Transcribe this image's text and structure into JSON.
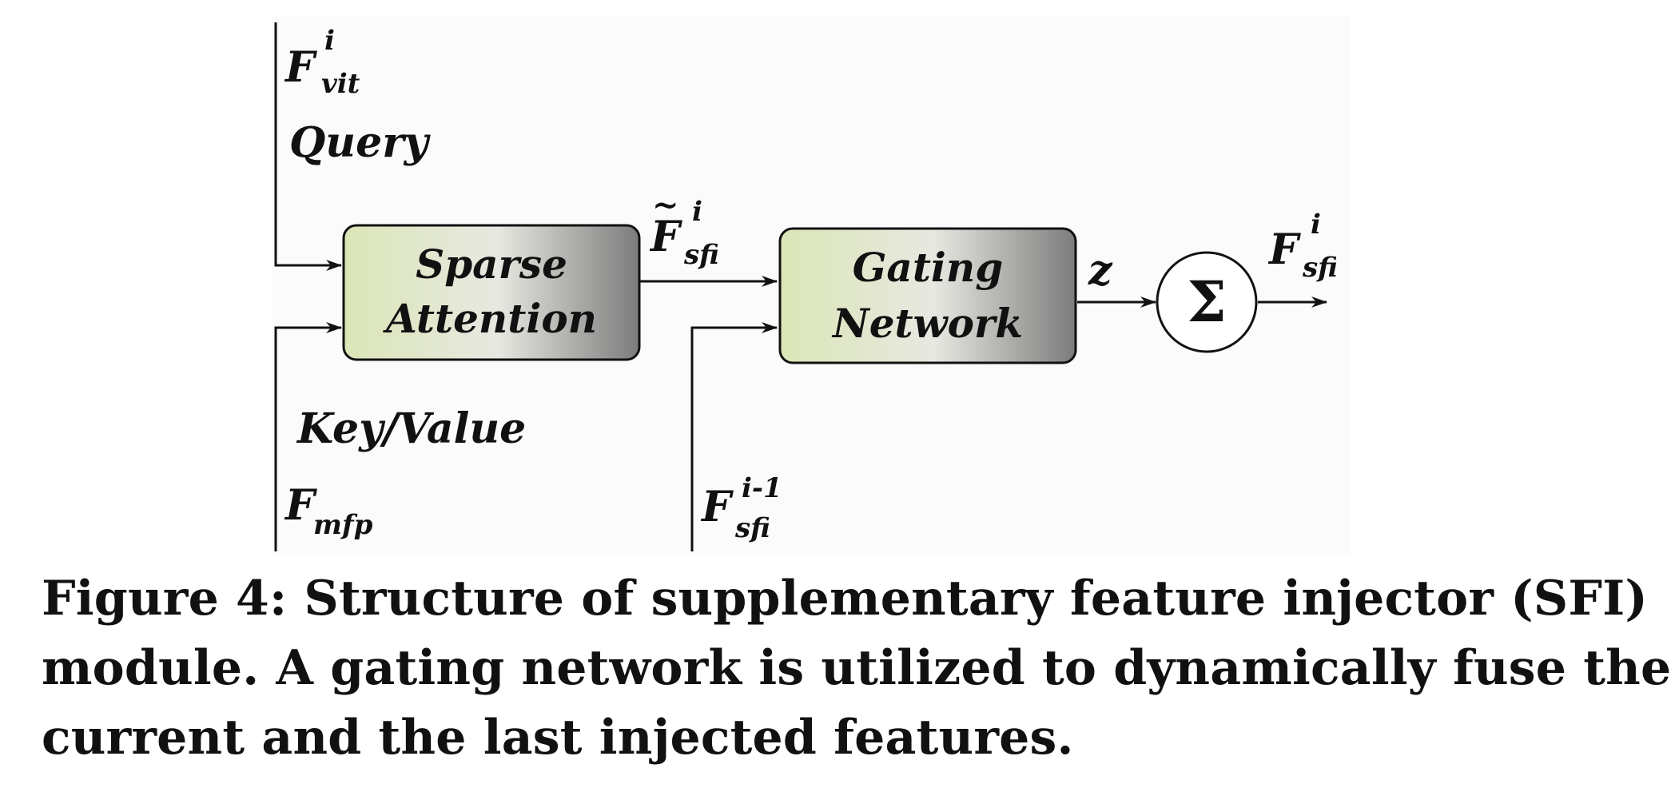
{
  "diagram": {
    "inputs": {
      "query_feature": {
        "base": "F",
        "sub": "vit",
        "sup": "i"
      },
      "query_label": "Query",
      "kv_label": "Key/Value",
      "kv_feature": {
        "base": "F",
        "sub": "mfp"
      },
      "prev_feature": {
        "base": "F",
        "sub": "sfi",
        "sup": "i-1"
      }
    },
    "blocks": {
      "sparse_attention": {
        "line1": "Sparse",
        "line2": "Attention"
      },
      "gating_network": {
        "line1": "Gating",
        "line2": "Network"
      }
    },
    "intermediate_feature": {
      "tilde": "~",
      "base": "F",
      "sub": "sfi",
      "sup": "i"
    },
    "gate_output": "z",
    "sum_symbol": "Σ",
    "output_feature": {
      "base": "F",
      "sub": "sfi",
      "sup": "i"
    },
    "colors": {
      "block_start": "#dbe6b6",
      "block_mid": "#e6e6e2",
      "block_end": "#7c7c7c",
      "line": "#111111",
      "background_panel": "#fbfbfb"
    }
  },
  "caption": {
    "line1": "Figure 4: Structure of supplementary feature injector (SFI)",
    "line2": "module. A gating network is utilized to dynamically fuse the",
    "line3": "current and the last injected features."
  }
}
